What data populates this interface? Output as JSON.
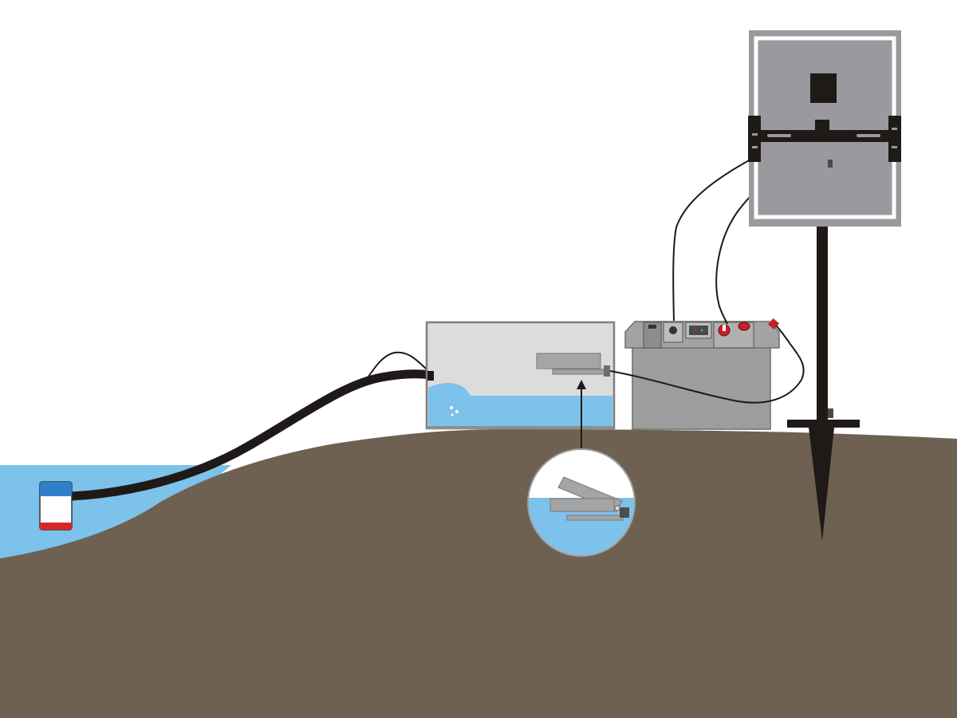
{
  "diagram": {
    "components": [
      {
        "id": "submersible-pump",
        "icon": "pump-icon"
      },
      {
        "id": "water-hose",
        "icon": "hose-icon"
      },
      {
        "id": "water-tank",
        "icon": "tank-icon"
      },
      {
        "id": "float-switch",
        "icon": "float-switch-icon"
      },
      {
        "id": "float-switch-detail",
        "icon": "magnifier-inset-icon"
      },
      {
        "id": "battery-box",
        "icon": "battery-icon"
      },
      {
        "id": "solar-panel",
        "icon": "solar-panel-icon"
      },
      {
        "id": "ground-stake",
        "icon": "stake-icon"
      }
    ]
  },
  "colors": {
    "sky": "#ffffff",
    "ground": "#6e6151",
    "water": "#7cc2ea",
    "tank_glass": "#dcdcdc",
    "panel_gray": "#9a999d",
    "battery_gray": "#9d9d9d",
    "hose": "#1f1a17",
    "pump_blue": "#2f7fc8",
    "pump_red": "#d9252a",
    "knob_red": "#c8202a"
  }
}
